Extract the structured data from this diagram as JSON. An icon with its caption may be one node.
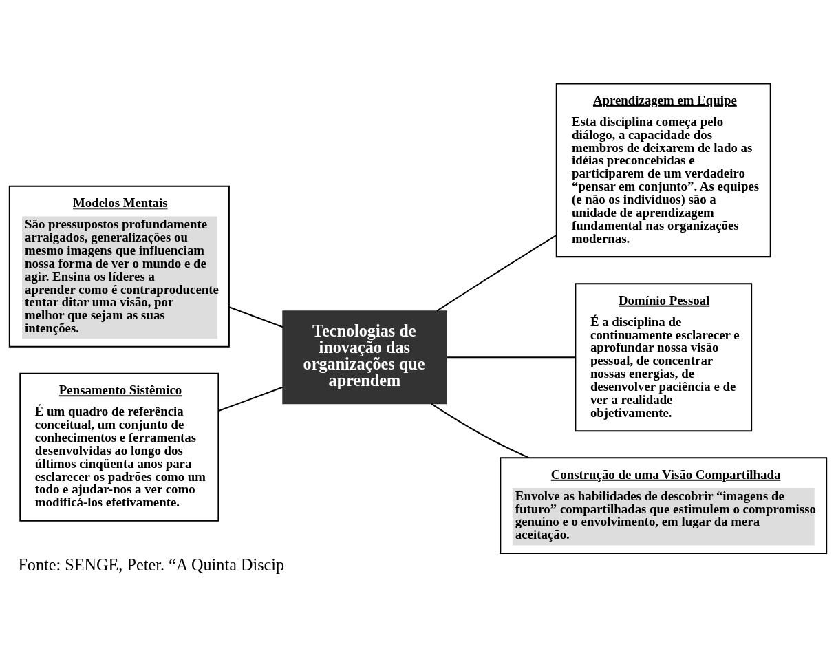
{
  "diagram": {
    "caption": "Fonte: SENGE, Peter. “A Quinta Discip",
    "nodes": [
      {
        "text": [
          "Tecnologias de inovação das organizações que aprendem"
        ]
      },
      {
        "text": [
          "Modelos Mentais",
          "São pressupostos profundamente arraigados, generalizações ou mesmo imagens que influenciam nossa forma de ver o mundo e de agir. Ensina os líderes a aprender como é contraproducente tentar ditar uma visão, por melhor que sejam as suas intenções."
        ]
      },
      {
        "text": [
          "Aprendizagem em Equipe",
          "Esta disciplina começa pelo diálogo, a capacidade dos membros de deixarem de lado as idéias preconcebidas e participarem de um verdadeiro “pensar em conjunto”. As equipes (e não os indivíduos) são a unidade de aprendizagem fundamental nas organizações modernas."
        ]
      },
      {
        "text": [
          "Domínio Pessoal",
          "É a disciplina de continuamente esclarecer e aprofundar nossa visão pessoal, de concentrar nossas energias, de desenvolver paciência e de ver a realidade objetivamente."
        ]
      },
      {
        "text": [
          "Pensamento Sistêmico",
          "É um quadro de referência conceitual, um conjunto de conhecimentos e ferramentas desenvolvidas ao longo dos últimos cinqüenta anos para esclarecer os padrões como um todo e ajudar-nos a ver como modificá-los efetivamente."
        ]
      },
      {
        "text": [
          "Construção de uma Visão Compartilhada",
          "Envolve as habilidades de descobrir “imagens de futuro” compartilhadas que estimulem o compromisso genuíno e o envolvimento, em lugar da mera aceitação."
        ]
      }
    ],
    "edges": [
      {
        "from": 0,
        "to": 1,
        "arrow": "none"
      },
      {
        "from": 0,
        "to": 2,
        "arrow": "none"
      },
      {
        "from": 0,
        "to": 3,
        "arrow": "none"
      },
      {
        "from": 0,
        "to": 4,
        "arrow": "none"
      },
      {
        "from": 0,
        "to": 5,
        "arrow": "none"
      }
    ]
  }
}
